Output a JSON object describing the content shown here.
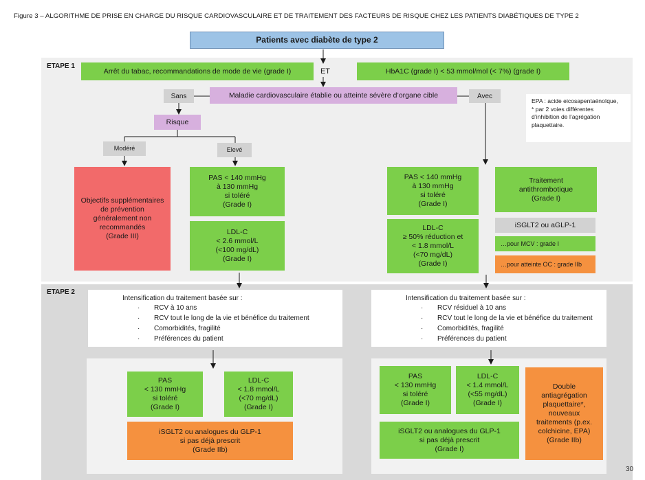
{
  "figure_title": "Figure 3 – ALGORITHME DE PRISE EN CHARGE DU RISQUE CARDIOVASCULAIRE ET DE TRAITEMENT DES FACTEURS DE RISQUE CHEZ LES PATIENTS DIABÉTIQUES DE TYPE 2",
  "page_number": "30",
  "top_box": "Patients avec diabète de type 2",
  "etape1": {
    "label": "ETAPE 1",
    "smoking": "Arrêt du tabac, recommandations de mode de vie (grade I)",
    "et": "ET",
    "hba1c": "HbA1C (grade I)  < 53 mmol/mol (< 7%) (grade I)",
    "without": "Sans",
    "cvd": "Maladie cardiovasculaire établie ou atteinte sévère d’organe cible",
    "with": "Avec",
    "note": "EPA : acide eicosapentaénoïque,\n* par 2 voies différentes\nd’inhibition de l’agrégation\nplaquettaire.",
    "risk": "Risque",
    "moderate": "Modéré",
    "high": "Elevé",
    "red_box": "Objectifs supplémentaires\nde prévention\ngénéralement non\nrecommandés\n(Grade III)",
    "left_pas": "PAS < 140 mmHg\nà 130 mmHg\nsi toléré\n(Grade I)",
    "left_ldl": "LDL-C\n< 2.6 mmol/L\n(<100 mg/dL)\n(Grade I)",
    "right_pas": "PAS < 140 mmHg\nà 130 mmHg\nsi toléré\n(Grade I)",
    "right_ldl": "LDL-C\n≥ 50% réduction et\n< 1.8 mmol/L\n(<70 mg/dL)\n(Grade I)",
    "antithrombotic": "Traitement\nantithrombotique\n(Grade I)",
    "isglt2": "iSGLT2 ou aGLP-1",
    "mcv": "…pour MCV : grade I",
    "oc": "…pour atteinte OC : grade IIb"
  },
  "etape2": {
    "label": "ETAPE 2",
    "left_title": "Intensification du traitement basée sur :",
    "left_items": [
      "RCV à 10 ans",
      "RCV tout le long de la vie et bénéfice du traitement",
      "Comorbidités, fragilité",
      "Préférences du patient"
    ],
    "right_title": "Intensification du traitement basée sur :",
    "right_items": [
      "RCV résiduel à 10 ans",
      "RCV tout le long de la vie et bénéfice du traitement",
      "Comorbidités, fragilité",
      "Préférences du patient"
    ],
    "left_pas": "PAS\n< 130 mmHg\nsi toléré\n(Grade I)",
    "left_ldl": "LDL-C\n< 1.8 mmol/L\n(<70 mg/dL)\n(Grade I)",
    "left_sglt2": "iSGLT2 ou analogues du GLP-1\nsi pas déjà prescrit\n(Grade IIb)",
    "right_pas": "PAS\n< 130 mmHg\nsi toléré\n(Grade I)",
    "right_ldl": "LDL-C\n< 1.4 mmol/L\n(<55 mg/dL)\n(Grade I)",
    "right_sglt2": "iSGLT2 ou analogues du GLP-1\nsi pas déjà prescrit\n(Grade I)",
    "double": "Double\nantiagrégation\nplaquettaire*,\nnouveaux\ntraitements (p.ex.\ncolchicine, EPA)\n(Grade IIb)"
  },
  "colors": {
    "green": "#7ccf4a",
    "purple": "#d7b0de",
    "red": "#f26a6a",
    "orange": "#f5913f",
    "blue": "#9dc3e6",
    "grey": "#d2d2d2"
  }
}
